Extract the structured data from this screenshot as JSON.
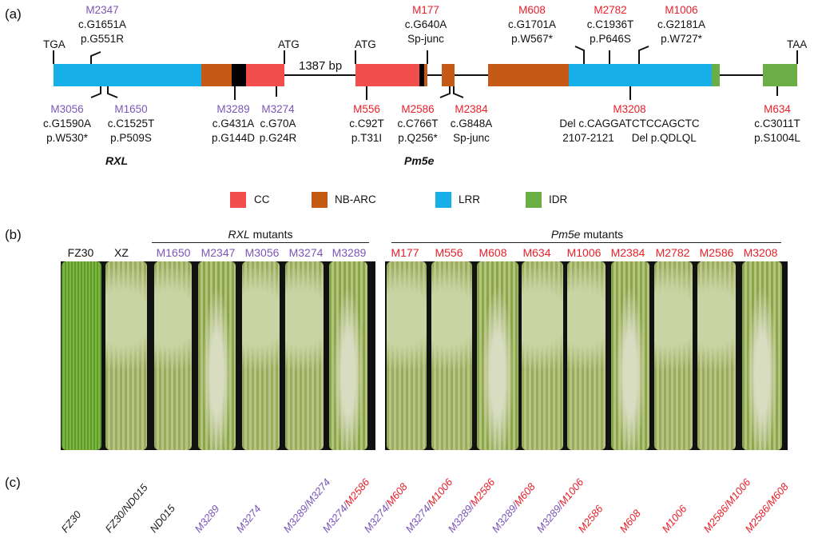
{
  "panels": {
    "a": "(a)",
    "b": "(b)",
    "c": "(c)"
  },
  "gene_diagram": {
    "codons": {
      "tga": "TGA",
      "atg1": "ATG",
      "atg2": "ATG",
      "taa": "TAA"
    },
    "intergenic": "1387 bp",
    "genes": {
      "rxl": "RXL",
      "pm5e": "Pm5e"
    },
    "colors": {
      "CC": "#f24e4e",
      "NB-ARC": "#c45a16",
      "LRR": "#16afe8",
      "IDR": "#6aae45",
      "purple": "#7b55b8",
      "red": "#e8202a"
    },
    "mutations": [
      {
        "id": "M2347",
        "c": "c.G1651A",
        "p": "p.G551R"
      },
      {
        "id": "M177",
        "c": "c.G640A",
        "p": "Sp-junc"
      },
      {
        "id": "M608",
        "c": "c.G1701A",
        "p": "p.W567*"
      },
      {
        "id": "M2782",
        "c": "c.C1936T",
        "p": "p.P646S"
      },
      {
        "id": "M1006",
        "c": "c.G2181A",
        "p": "p.W727*"
      },
      {
        "id": "M3056",
        "c": "c.G1590A",
        "p": "p.W530*"
      },
      {
        "id": "M1650",
        "c": "c.C1525T",
        "p": "p.P509S"
      },
      {
        "id": "M3289",
        "c": "c.G431A",
        "p": "p.G144D"
      },
      {
        "id": "M3274",
        "c": "c.G70A",
        "p": "p.G24R"
      },
      {
        "id": "M556",
        "c": "c.C92T",
        "p": "p.T31I"
      },
      {
        "id": "M2586",
        "c": "c.C766T",
        "p": "p.Q256*"
      },
      {
        "id": "M2384",
        "c": "c.G848A",
        "p": "Sp-junc"
      },
      {
        "id": "M3208",
        "c": "Del c.CAGGATCTCCAGCTC",
        "p": "2107-2121",
        "p2": "Del p.QDLQL"
      },
      {
        "id": "M634",
        "c": "c.C3011T",
        "p": "p.S1004L"
      }
    ]
  },
  "legend": [
    {
      "label": "CC"
    },
    {
      "label": "NB-ARC"
    },
    {
      "label": "LRR"
    },
    {
      "label": "IDR"
    }
  ],
  "panel_b": {
    "rxl_group": {
      "gene": "RXL",
      "suffix": " mutants"
    },
    "pm5e_group": {
      "gene": "Pm5e",
      "suffix": " mutants"
    },
    "controls": [
      "FZ30",
      "XZ"
    ],
    "rxl_mutants": [
      "M1650",
      "M2347",
      "M3056",
      "M3274",
      "M3289"
    ],
    "pm5e_mutants": [
      "M177",
      "M556",
      "M608",
      "M634",
      "M1006",
      "M2384",
      "M2782",
      "M2586",
      "M3208"
    ]
  },
  "panel_c": {
    "labels": [
      [
        "FZ30"
      ],
      [
        "FZ30/ND015"
      ],
      [
        "ND015"
      ],
      [
        "M3289"
      ],
      [
        "M3274"
      ],
      [
        "M3289/M3274"
      ],
      [
        "M3274/",
        "M2586"
      ],
      [
        "M3274/",
        "M608"
      ],
      [
        "M3274/",
        "M1006"
      ],
      [
        "M3289/",
        "M2586"
      ],
      [
        "M3289/",
        "M608"
      ],
      [
        "M3289/",
        "M1006"
      ],
      [
        "M2586"
      ],
      [
        "M608"
      ],
      [
        "M1006"
      ],
      [
        "M2586/M1006"
      ],
      [
        "M2586/M608"
      ]
    ]
  }
}
